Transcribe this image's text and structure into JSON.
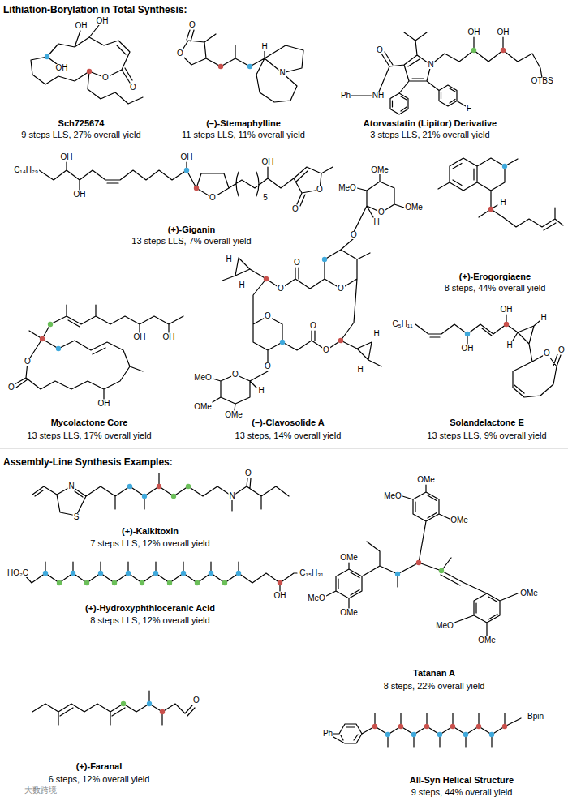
{
  "diagram": {
    "labels": [
      "Lithiation-Borylation in Total Synthesis:",
      "OH",
      "OH",
      "OH",
      "O",
      "O",
      "Sch725674",
      "9 steps LLS, 27% overall yield",
      "O",
      "O",
      "H",
      "N",
      "(–)-Stemaphylline",
      "11 steps LLS, 11% overall yield",
      "O",
      "Ph",
      "NH",
      "N",
      "OH",
      "OH",
      "OTBS",
      "F",
      "Atorvastatin (Lipitor) Derivative",
      "3 steps LLS, 21% overall yield",
      "C₁₄H₂₉",
      "OH",
      "OH",
      "OH",
      "O",
      "5",
      "OH",
      "O",
      "O",
      "(+)-Giganin",
      "13 steps LLS, 7% overall yield",
      "H",
      "(+)-Erogorgiaene",
      "8 steps, 44% overall yield",
      "O",
      "O",
      "OH",
      "OH",
      "OH",
      "Mycolactone Core",
      "13 steps LLS, 17% overall yield",
      "OMe",
      "MeO",
      "OMe",
      "O",
      "H",
      "O",
      "O",
      "O",
      "O",
      "H",
      "H",
      "O",
      "O",
      "O",
      "H",
      "H",
      "O",
      "H",
      "O",
      "MeO",
      "OMe",
      "OMe",
      "(–)-Clavosolide A",
      "13 steps, 14% overall yield",
      "C₅H₁₁",
      "OH",
      "OH",
      "H",
      "H",
      "O",
      "O",
      "Solandelactone E",
      "13 steps LLS, 9% overall yield",
      "Assembly-Line Synthesis Examples:",
      "N",
      "S",
      "N",
      "O",
      "(+)-Kalkitoxin",
      "7 steps LLS, 12% overall yield",
      "HO₂C",
      "C₁₅H₃₁",
      "OH",
      "(+)-Hydroxyphthioceranic Acid",
      "8 steps LLS, 12% overall yield",
      "OMe",
      "MeO",
      "OMe",
      "OMe",
      "MeO",
      "OMe",
      "OMe",
      "MeO",
      "OMe",
      "Tatanan A",
      "8 steps, 22% overall yield",
      "O",
      "(+)-Faranal",
      "6 steps, 12% overall yield",
      "Ph",
      "Bpin",
      "All-Syn Helical Structure",
      "9 steps, 44% overall yield",
      "大数跨境"
    ]
  }
}
